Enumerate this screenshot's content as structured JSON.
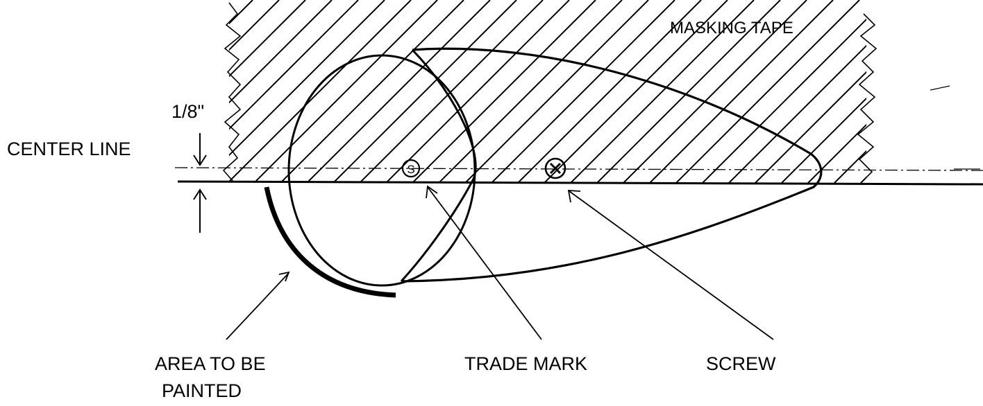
{
  "labels": {
    "masking_tape": "MASKING TAPE",
    "dimension": "1/8\"",
    "center_line": "CENTER LINE",
    "area_line1": "AREA TO BE",
    "area_line2": "PAINTED",
    "trade_mark": "TRADE MARK",
    "screw": "SCREW",
    "trade_mark_symbol": "S"
  },
  "colors": {
    "ink": "#000000",
    "paper": "#ffffff"
  }
}
